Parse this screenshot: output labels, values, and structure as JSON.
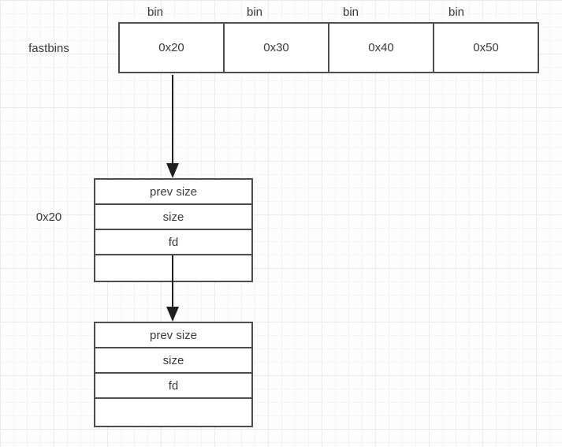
{
  "diagram": {
    "row_label": "fastbins",
    "bins": [
      {
        "header": "bin",
        "value": "0x20"
      },
      {
        "header": "bin",
        "value": "0x30"
      },
      {
        "header": "bin",
        "value": "0x40"
      },
      {
        "header": "bin",
        "value": "0x50"
      }
    ],
    "chunk_label": "0x20",
    "chunks": [
      {
        "rows": [
          "prev size",
          "size",
          "fd",
          ""
        ]
      },
      {
        "rows": [
          "prev size",
          "size",
          "fd",
          ""
        ]
      }
    ],
    "colors": {
      "border": "#4d4d4d",
      "text": "#3a3a3a",
      "arrow": "#1f1f1f",
      "grid_minor": "#f4f4f6",
      "grid_major": "#ebebef"
    }
  }
}
